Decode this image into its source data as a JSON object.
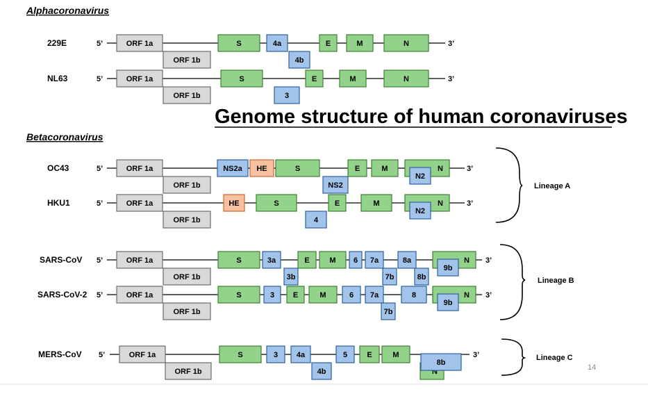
{
  "title": "Genome structure of human coronaviruses",
  "genera": {
    "alpha": "Alphacoronavirus",
    "beta": "Betacoronavirus"
  },
  "ends": {
    "five": "5’",
    "three": "3’"
  },
  "page_number": "14",
  "lineages": [
    "Lineage A",
    "Lineage B",
    "Lineage C"
  ],
  "colors": {
    "nonstructural": "#d9d9d9",
    "structural": "#92d28a",
    "accessory": "#a2c4ea",
    "hemagglutinin_esterase": "#f7c0a0"
  },
  "genomes": [
    {
      "name": "229E",
      "genes": [
        {
          "label": "ORF 1a",
          "type": "gray"
        },
        {
          "label": "ORF 1b",
          "type": "gray"
        },
        {
          "label": "S",
          "type": "green"
        },
        {
          "label": "4a",
          "type": "blue"
        },
        {
          "label": "4b",
          "type": "blue"
        },
        {
          "label": "E",
          "type": "green"
        },
        {
          "label": "M",
          "type": "green"
        },
        {
          "label": "N",
          "type": "green"
        }
      ]
    },
    {
      "name": "NL63",
      "genes": [
        {
          "label": "ORF 1a",
          "type": "gray"
        },
        {
          "label": "ORF 1b",
          "type": "gray"
        },
        {
          "label": "S",
          "type": "green"
        },
        {
          "label": "3",
          "type": "blue"
        },
        {
          "label": "E",
          "type": "green"
        },
        {
          "label": "M",
          "type": "green"
        },
        {
          "label": "N",
          "type": "green"
        }
      ]
    },
    {
      "name": "OC43",
      "genes": [
        {
          "label": "ORF 1a",
          "type": "gray"
        },
        {
          "label": "ORF 1b",
          "type": "gray"
        },
        {
          "label": "NS2a",
          "type": "blue"
        },
        {
          "label": "HE",
          "type": "orange"
        },
        {
          "label": "S",
          "type": "green"
        },
        {
          "label": "NS2",
          "type": "blue"
        },
        {
          "label": "E",
          "type": "green"
        },
        {
          "label": "M",
          "type": "green"
        },
        {
          "label": "N",
          "type": "green"
        },
        {
          "label": "N2",
          "type": "blue"
        }
      ]
    },
    {
      "name": "HKU1",
      "genes": [
        {
          "label": "ORF 1a",
          "type": "gray"
        },
        {
          "label": "ORF 1b",
          "type": "gray"
        },
        {
          "label": "HE",
          "type": "orange"
        },
        {
          "label": "S",
          "type": "green"
        },
        {
          "label": "4",
          "type": "blue"
        },
        {
          "label": "E",
          "type": "green"
        },
        {
          "label": "M",
          "type": "green"
        },
        {
          "label": "N",
          "type": "green"
        },
        {
          "label": "N2",
          "type": "blue"
        }
      ]
    },
    {
      "name": "SARS-CoV",
      "genes": [
        {
          "label": "ORF 1a",
          "type": "gray"
        },
        {
          "label": "ORF 1b",
          "type": "gray"
        },
        {
          "label": "S",
          "type": "green"
        },
        {
          "label": "3a",
          "type": "blue"
        },
        {
          "label": "3b",
          "type": "blue"
        },
        {
          "label": "E",
          "type": "green"
        },
        {
          "label": "M",
          "type": "green"
        },
        {
          "label": "6",
          "type": "blue"
        },
        {
          "label": "7a",
          "type": "blue"
        },
        {
          "label": "7b",
          "type": "blue"
        },
        {
          "label": "8a",
          "type": "blue"
        },
        {
          "label": "8b",
          "type": "blue"
        },
        {
          "label": "N",
          "type": "green"
        },
        {
          "label": "9b",
          "type": "blue"
        }
      ]
    },
    {
      "name": "SARS-CoV-2",
      "genes": [
        {
          "label": "ORF 1a",
          "type": "gray"
        },
        {
          "label": "ORF 1b",
          "type": "gray"
        },
        {
          "label": "S",
          "type": "green"
        },
        {
          "label": "3",
          "type": "blue"
        },
        {
          "label": "E",
          "type": "green"
        },
        {
          "label": "M",
          "type": "green"
        },
        {
          "label": "6",
          "type": "blue"
        },
        {
          "label": "7a",
          "type": "blue"
        },
        {
          "label": "7b",
          "type": "blue"
        },
        {
          "label": "8",
          "type": "blue"
        },
        {
          "label": "N",
          "type": "green"
        },
        {
          "label": "9b",
          "type": "blue"
        }
      ]
    },
    {
      "name": "MERS-CoV",
      "genes": [
        {
          "label": "ORF 1a",
          "type": "gray"
        },
        {
          "label": "ORF 1b",
          "type": "gray"
        },
        {
          "label": "S",
          "type": "green"
        },
        {
          "label": "3",
          "type": "blue"
        },
        {
          "label": "4a",
          "type": "blue"
        },
        {
          "label": "4b",
          "type": "blue"
        },
        {
          "label": "5",
          "type": "blue"
        },
        {
          "label": "E",
          "type": "green"
        },
        {
          "label": "M",
          "type": "green"
        },
        {
          "label": "N",
          "type": "green"
        },
        {
          "label": "8b",
          "type": "blue"
        }
      ]
    }
  ]
}
